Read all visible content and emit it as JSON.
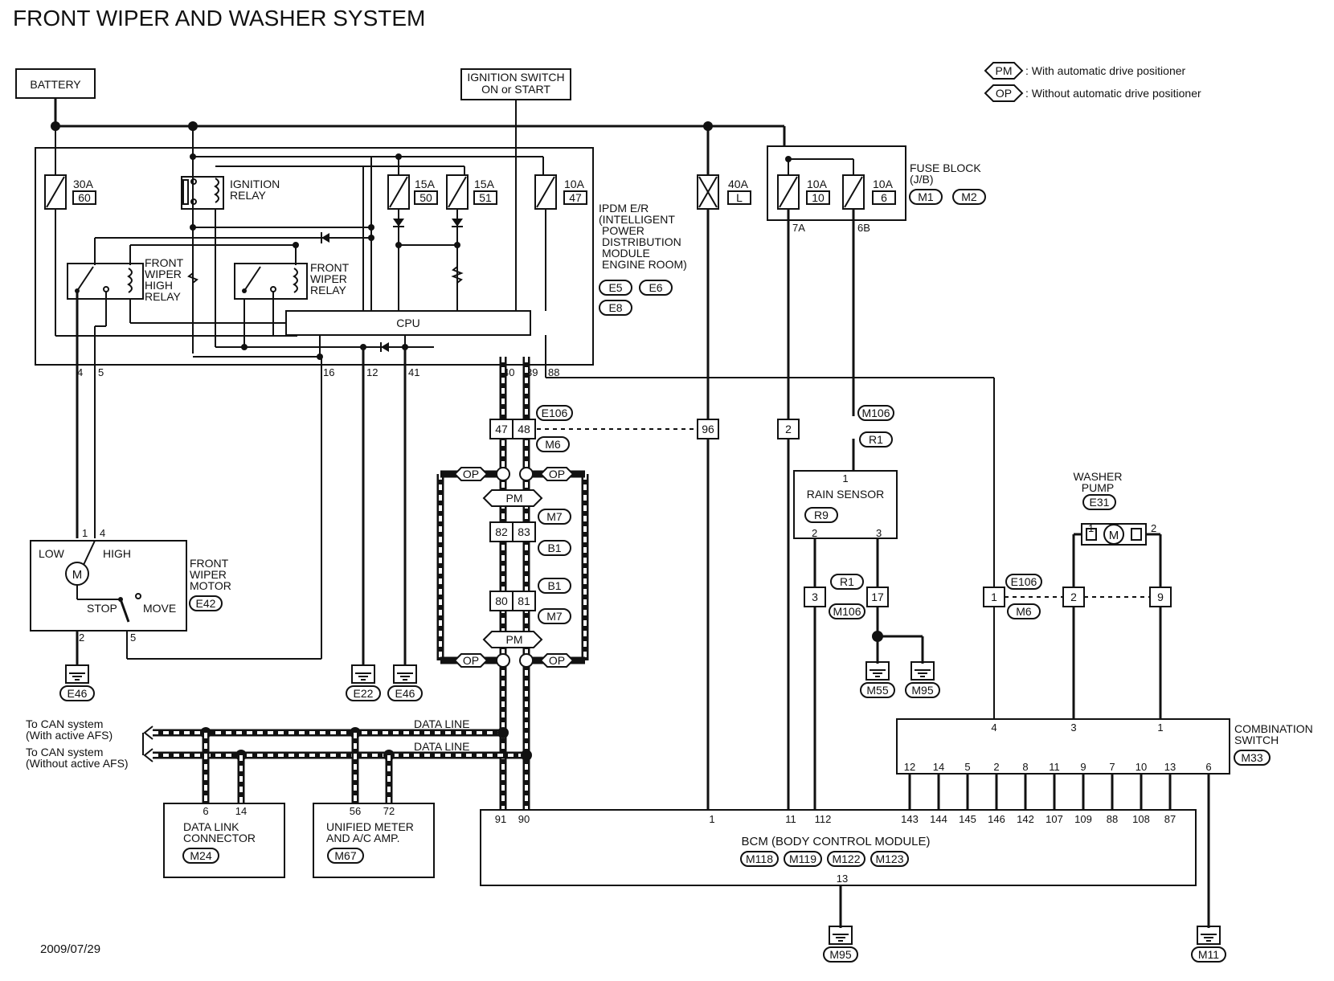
{
  "title": "FRONT WIPER AND WASHER SYSTEM",
  "date": "2009/07/29",
  "legend": {
    "pm": {
      "tag": "PM",
      "text": ": With automatic drive positioner"
    },
    "op": {
      "tag": "OP",
      "text": ": Without automatic drive positioner"
    }
  },
  "power": {
    "battery": "BATTERY",
    "ignition_line1": "IGNITION SWITCH",
    "ignition_line2": "ON or START"
  },
  "ipdm": {
    "name_lines": [
      "IPDM E/R",
      "(INTELLIGENT",
      "POWER",
      "DISTRIBUTION",
      "MODULE",
      "ENGINE ROOM)"
    ],
    "connectors": [
      "E5",
      "E6",
      "E8"
    ],
    "fuses": [
      {
        "amp": "30A",
        "no": "60"
      },
      {
        "amp": "15A",
        "no": "50"
      },
      {
        "amp": "15A",
        "no": "51"
      },
      {
        "amp": "10A",
        "no": "47"
      }
    ],
    "ignition_relay": [
      "IGNITION",
      "RELAY"
    ],
    "high_relay": [
      "FRONT",
      "WIPER",
      "HIGH",
      "RELAY"
    ],
    "wiper_relay": [
      "FRONT",
      "WIPER",
      "RELAY"
    ],
    "cpu": "CPU",
    "pins": [
      "4",
      "5",
      "16",
      "12",
      "41",
      "40",
      "39",
      "88"
    ]
  },
  "fusible_link": {
    "amp": "40A",
    "no": "L"
  },
  "fuse_block": {
    "name_lines": [
      "FUSE BLOCK",
      "(J/B)"
    ],
    "connectors": [
      "M1",
      "M2"
    ],
    "fuses": [
      {
        "amp": "10A",
        "no": "10"
      },
      {
        "amp": "10A",
        "no": "6"
      }
    ],
    "pins": [
      "7A",
      "6B"
    ]
  },
  "harness": {
    "e106_m6_a": {
      "pins": [
        "47",
        "48"
      ],
      "conn_top": "E106",
      "conn_bottom": "M6"
    },
    "pin_96": "96",
    "m106_r1": {
      "pin": "2",
      "conn_top": "M106",
      "conn_bottom": "R1"
    },
    "m7_b1": {
      "pins": [
        "82",
        "83"
      ],
      "conn_top": "M7",
      "conn_bottom": "B1"
    },
    "b1_m7": {
      "pins": [
        "80",
        "81"
      ],
      "conn_top": "B1",
      "conn_bottom": "M7"
    },
    "r1_m106": {
      "pins": [
        "3",
        "17"
      ],
      "conn_top": "R1",
      "conn_bottom": "M106"
    },
    "e106_m6_b": {
      "pins": [
        "1",
        "2",
        "9"
      ],
      "conn_top": "E106",
      "conn_bottom": "M6"
    },
    "op": "OP",
    "pm": "PM"
  },
  "rain_sensor": {
    "name": "RAIN SENSOR",
    "conn": "R9",
    "pins": [
      "1",
      "2",
      "3"
    ]
  },
  "washer_pump": {
    "name_lines": [
      "WASHER",
      "PUMP"
    ],
    "conn": "E31",
    "pins": [
      "1",
      "2"
    ],
    "symbol": "M"
  },
  "wiper_motor": {
    "name_lines": [
      "FRONT",
      "WIPER",
      "MOTOR"
    ],
    "conn": "E42",
    "low": "LOW",
    "high": "HIGH",
    "stop": "STOP",
    "move": "MOVE",
    "symbol": "M",
    "pins": [
      "1",
      "4",
      "2",
      "5"
    ]
  },
  "grounds": [
    "E46",
    "E22",
    "E46",
    "M55",
    "M95",
    "M95",
    "M11"
  ],
  "can": {
    "line1_lines": [
      "To CAN system",
      "(With active AFS)"
    ],
    "line2_lines": [
      "To CAN system",
      "(Without active AFS)"
    ],
    "data_line": "DATA LINE"
  },
  "dlc": {
    "name_lines": [
      "DATA LINK",
      "CONNECTOR"
    ],
    "conn": "M24",
    "pins": [
      "6",
      "14"
    ]
  },
  "meter": {
    "name_lines": [
      "UNIFIED METER",
      "AND A/C AMP."
    ],
    "conn": "M67",
    "pins": [
      "56",
      "72"
    ]
  },
  "combination_switch": {
    "name_lines": [
      "COMBINATION",
      "SWITCH"
    ],
    "conn": "M33",
    "top_pins": [
      "4",
      "3",
      "1"
    ],
    "bottom_pins": [
      "12",
      "14",
      "5",
      "2",
      "8",
      "11",
      "9",
      "7",
      "10",
      "13",
      "6"
    ]
  },
  "bcm": {
    "name": "BCM (BODY CONTROL MODULE)",
    "connectors": [
      "M118",
      "M119",
      "M122",
      "M123"
    ],
    "pins_left": [
      "91",
      "90",
      "1",
      "11",
      "112"
    ],
    "pins_right": [
      "143",
      "144",
      "145",
      "146",
      "142",
      "107",
      "109",
      "88",
      "108",
      "87"
    ],
    "pin_ground": "13"
  }
}
